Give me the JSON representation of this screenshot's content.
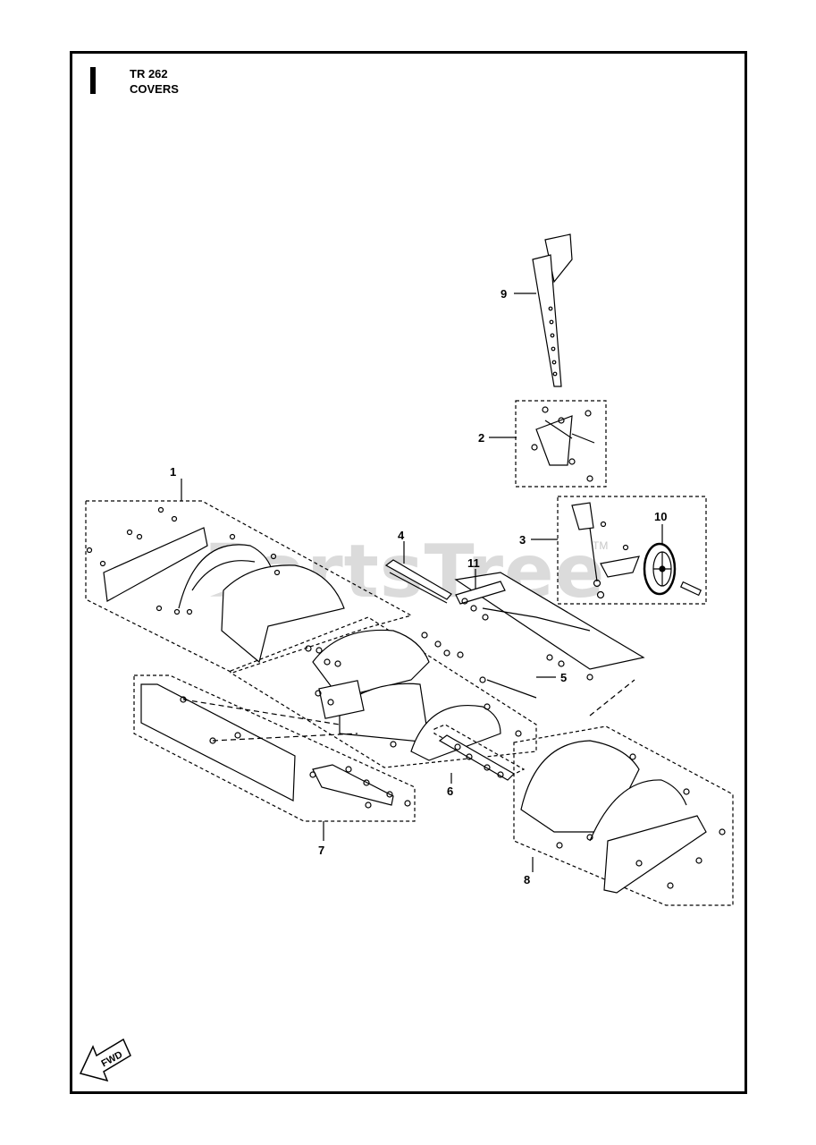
{
  "header": {
    "model": "TR 262",
    "section": "COVERS"
  },
  "watermark": {
    "text": "PartsTree",
    "trademark": "TM"
  },
  "callouts": {
    "c1": "1",
    "c2": "2",
    "c3": "3",
    "c4": "4",
    "c5": "5",
    "c6": "6",
    "c7": "7",
    "c8": "8",
    "c9": "9",
    "c10": "10",
    "c11": "11"
  },
  "direction_badge": "FWD",
  "colors": {
    "line": "#000000",
    "watermark": "#cfcfcf",
    "part_fill": "#ffffff"
  }
}
